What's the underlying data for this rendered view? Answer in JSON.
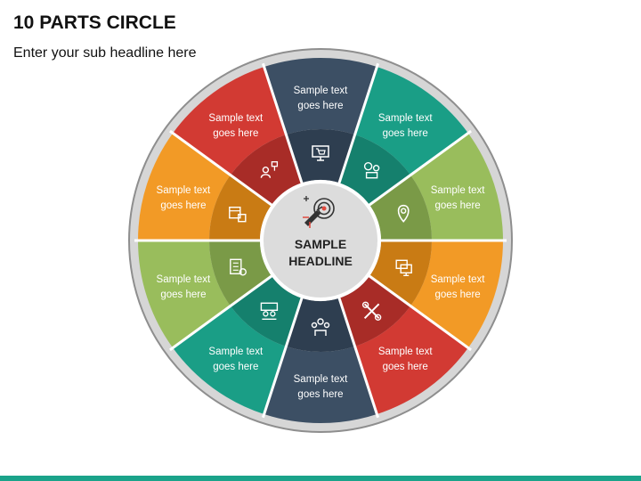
{
  "title": "10 PARTS CIRCLE",
  "subtitle": "Enter your sub headline here",
  "center": {
    "line1": "SAMPLE",
    "line2": "HEADLINE",
    "icon": "rocket-target-icon"
  },
  "colors": {
    "ring_outer": "#d6d6d6",
    "ring_border": "#8e8e8e",
    "center_fill": "#dcdcdc",
    "center_border": "#ffffff",
    "bottom_bar": "#1aa38a"
  },
  "segments": [
    {
      "line1": "Sample text",
      "line2": "goes here",
      "color": "#3c4f64",
      "inner_color": "#2e3e50",
      "icon": "monitor-cart-icon"
    },
    {
      "line1": "Sample text",
      "line2": "goes here",
      "color": "#1a9e86",
      "inner_color": "#15806d",
      "icon": "plant-gears-icon"
    },
    {
      "line1": "Sample text",
      "line2": "goes here",
      "color": "#99bd5c",
      "inner_color": "#7a9a47",
      "icon": "location-pin-icon"
    },
    {
      "line1": "Sample text",
      "line2": "goes here",
      "color": "#f29a26",
      "inner_color": "#c97b14",
      "icon": "presentation-screens-icon"
    },
    {
      "line1": "Sample text",
      "line2": "goes here",
      "color": "#d23a33",
      "inner_color": "#a82c27",
      "icon": "tools-icon"
    },
    {
      "line1": "Sample text",
      "line2": "goes here",
      "color": "#3c4f64",
      "inner_color": "#2e3e50",
      "icon": "network-hand-icon"
    },
    {
      "line1": "Sample text",
      "line2": "goes here",
      "color": "#1a9e86",
      "inner_color": "#15806d",
      "icon": "team-board-icon"
    },
    {
      "line1": "Sample text",
      "line2": "goes here",
      "color": "#99bd5c",
      "inner_color": "#7a9a47",
      "icon": "document-gear-icon"
    },
    {
      "line1": "Sample text",
      "line2": "goes here",
      "color": "#f29a26",
      "inner_color": "#c97b14",
      "icon": "calendar-box-icon"
    },
    {
      "line1": "Sample text",
      "line2": "goes here",
      "color": "#d23a33",
      "inner_color": "#a82c27",
      "icon": "user-flowchart-icon"
    }
  ]
}
